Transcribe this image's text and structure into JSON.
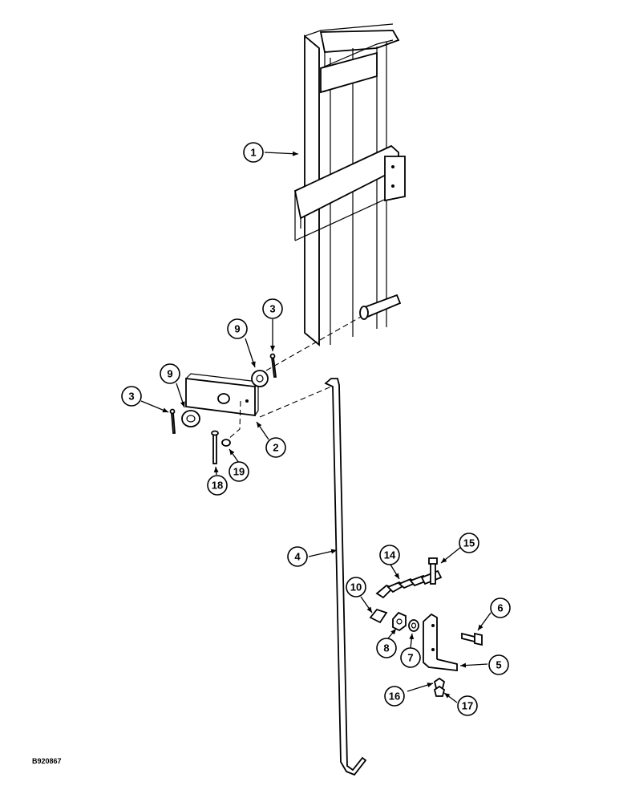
{
  "figure_code": "B920867",
  "callouts": [
    {
      "label": "1"
    },
    {
      "label": "3"
    },
    {
      "label": "9"
    },
    {
      "label": "9"
    },
    {
      "label": "3"
    },
    {
      "label": "2"
    },
    {
      "label": "19"
    },
    {
      "label": "18"
    },
    {
      "label": "4"
    },
    {
      "label": "14"
    },
    {
      "label": "15"
    },
    {
      "label": "10"
    },
    {
      "label": "6"
    },
    {
      "label": "8"
    },
    {
      "label": "7"
    },
    {
      "label": "5"
    },
    {
      "label": "16"
    },
    {
      "label": "17"
    }
  ]
}
